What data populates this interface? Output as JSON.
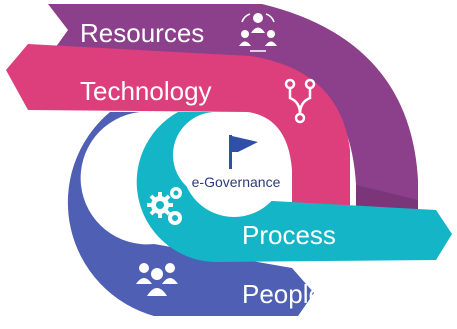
{
  "diagram": {
    "center": {
      "label": "e-Governance",
      "icon": "flag-icon"
    },
    "bands": [
      {
        "id": "resources",
        "label": "Resources",
        "color": "#8c3f8a",
        "icon": "team-network-icon"
      },
      {
        "id": "technology",
        "label": "Technology",
        "color": "#dd3f7c",
        "icon": "branch-icon"
      },
      {
        "id": "process",
        "label": "Process",
        "color": "#14b5c7",
        "icon": "gears-icon"
      },
      {
        "id": "people",
        "label": "People",
        "color": "#4e5fb4",
        "icon": "group-icon"
      }
    ]
  },
  "colors": {
    "resources_shadow": "#6e2d6c",
    "technology_shadow": "#b1306a",
    "process_shadow": "#0b8fa0",
    "people_shadow": "#3a4a96"
  }
}
